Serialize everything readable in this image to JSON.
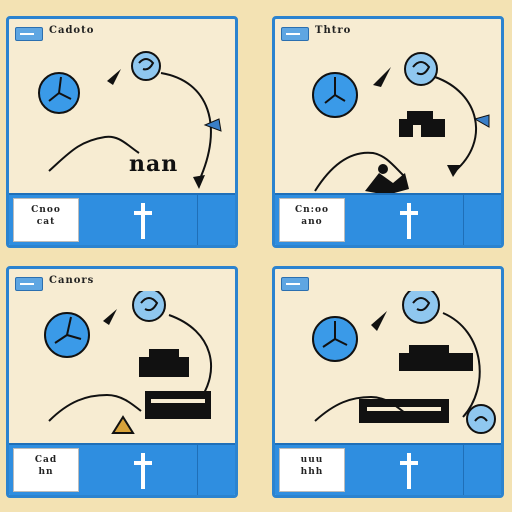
{
  "panels": [
    {
      "title": "Cadoto",
      "scene_label": "nan",
      "card_line1": "Cnoo",
      "card_line2": "cat"
    },
    {
      "title": "Thtro",
      "scene_label": "",
      "card_line1": "Cn:oo",
      "card_line2": "ano"
    },
    {
      "title": "Canors",
      "scene_label": "",
      "card_line1": "Cad",
      "card_line2": "hn"
    },
    {
      "title": "",
      "scene_label": "",
      "card_line1": "uuu",
      "card_line2": "hhh"
    }
  ],
  "colors": {
    "background": "#f3e2b3",
    "panel_border": "#2b83cf",
    "bottom_bar": "#2f8ee0",
    "clock_fill": "#3a9ae8",
    "ink": "#111111"
  },
  "icons": {
    "clock": "clock-icon",
    "badge": "badge-icon",
    "arrow": "curved-arrow-icon",
    "cross": "cross-icon"
  }
}
